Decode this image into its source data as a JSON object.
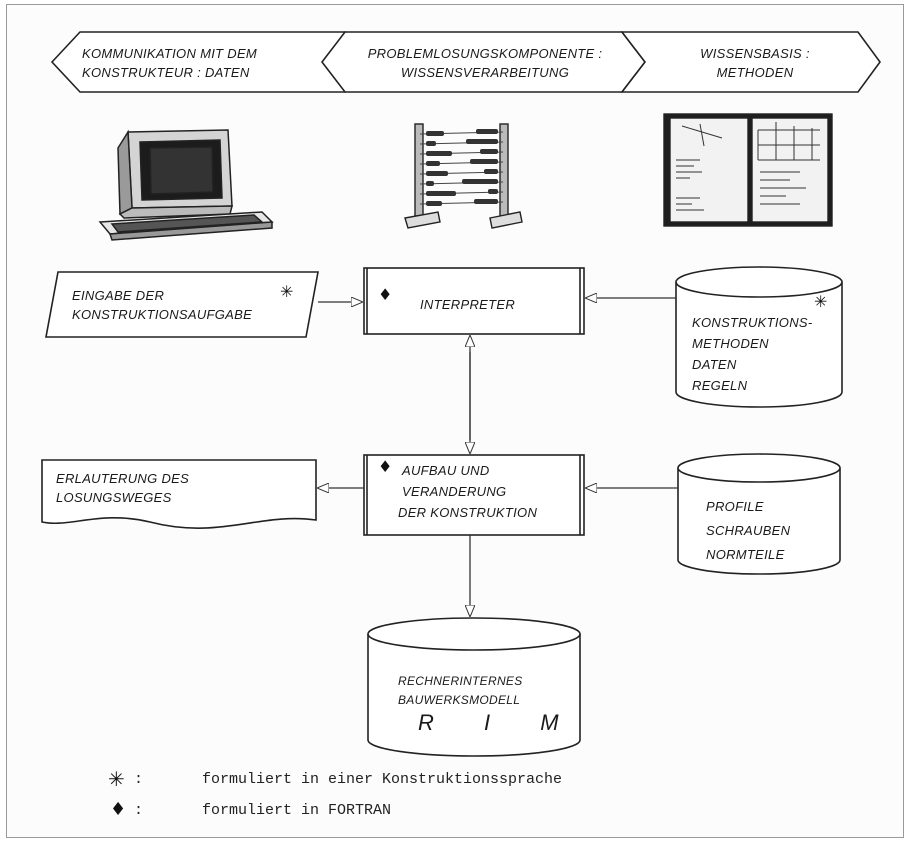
{
  "header": {
    "left": {
      "line1": "KOMMUNIKATION MIT DEM",
      "line2": "KONSTRUKTEUR : DATEN"
    },
    "middle": {
      "line1": "PROBLEMLOSUNGSKOMPONENTE :",
      "line2": "WISSENSVERARBEITUNG"
    },
    "right": {
      "line1": "WISSENSBASIS :",
      "line2": "METHODEN"
    }
  },
  "boxes": {
    "input": {
      "line1": "EINGABE DER",
      "line2": "KONSTRUKTIONSAUFGABE",
      "marker": "✳"
    },
    "interpreter": {
      "label": "INTERPRETER",
      "marker": "♦"
    },
    "methods_db": {
      "line1": "KONSTRUKTIONS-",
      "line2": "METHODEN",
      "line3": "DATEN",
      "line4": "REGELN",
      "marker": "✳"
    },
    "explanation": {
      "line1": "ERLAUTERUNG DES",
      "line2": "LOSUNGSWEGES"
    },
    "construction": {
      "line1": "AUFBAU UND",
      "line2": "VERANDERUNG",
      "line3": "DER KONSTRUKTION",
      "marker": "♦"
    },
    "parts_db": {
      "line1": "PROFILE",
      "line2": "SCHRAUBEN",
      "line3": "NORMTEILE"
    },
    "rim_db": {
      "line1": "RECHNERINTERNES",
      "line2": "BAUWERKSMODELL",
      "line3": "R I M"
    }
  },
  "legend": [
    {
      "symbol": "✳",
      "separator": ":",
      "text": "formuliert in einer Konstruktionssprache"
    },
    {
      "symbol": "♦",
      "separator": ":",
      "text": "formuliert in FORTRAN"
    }
  ]
}
